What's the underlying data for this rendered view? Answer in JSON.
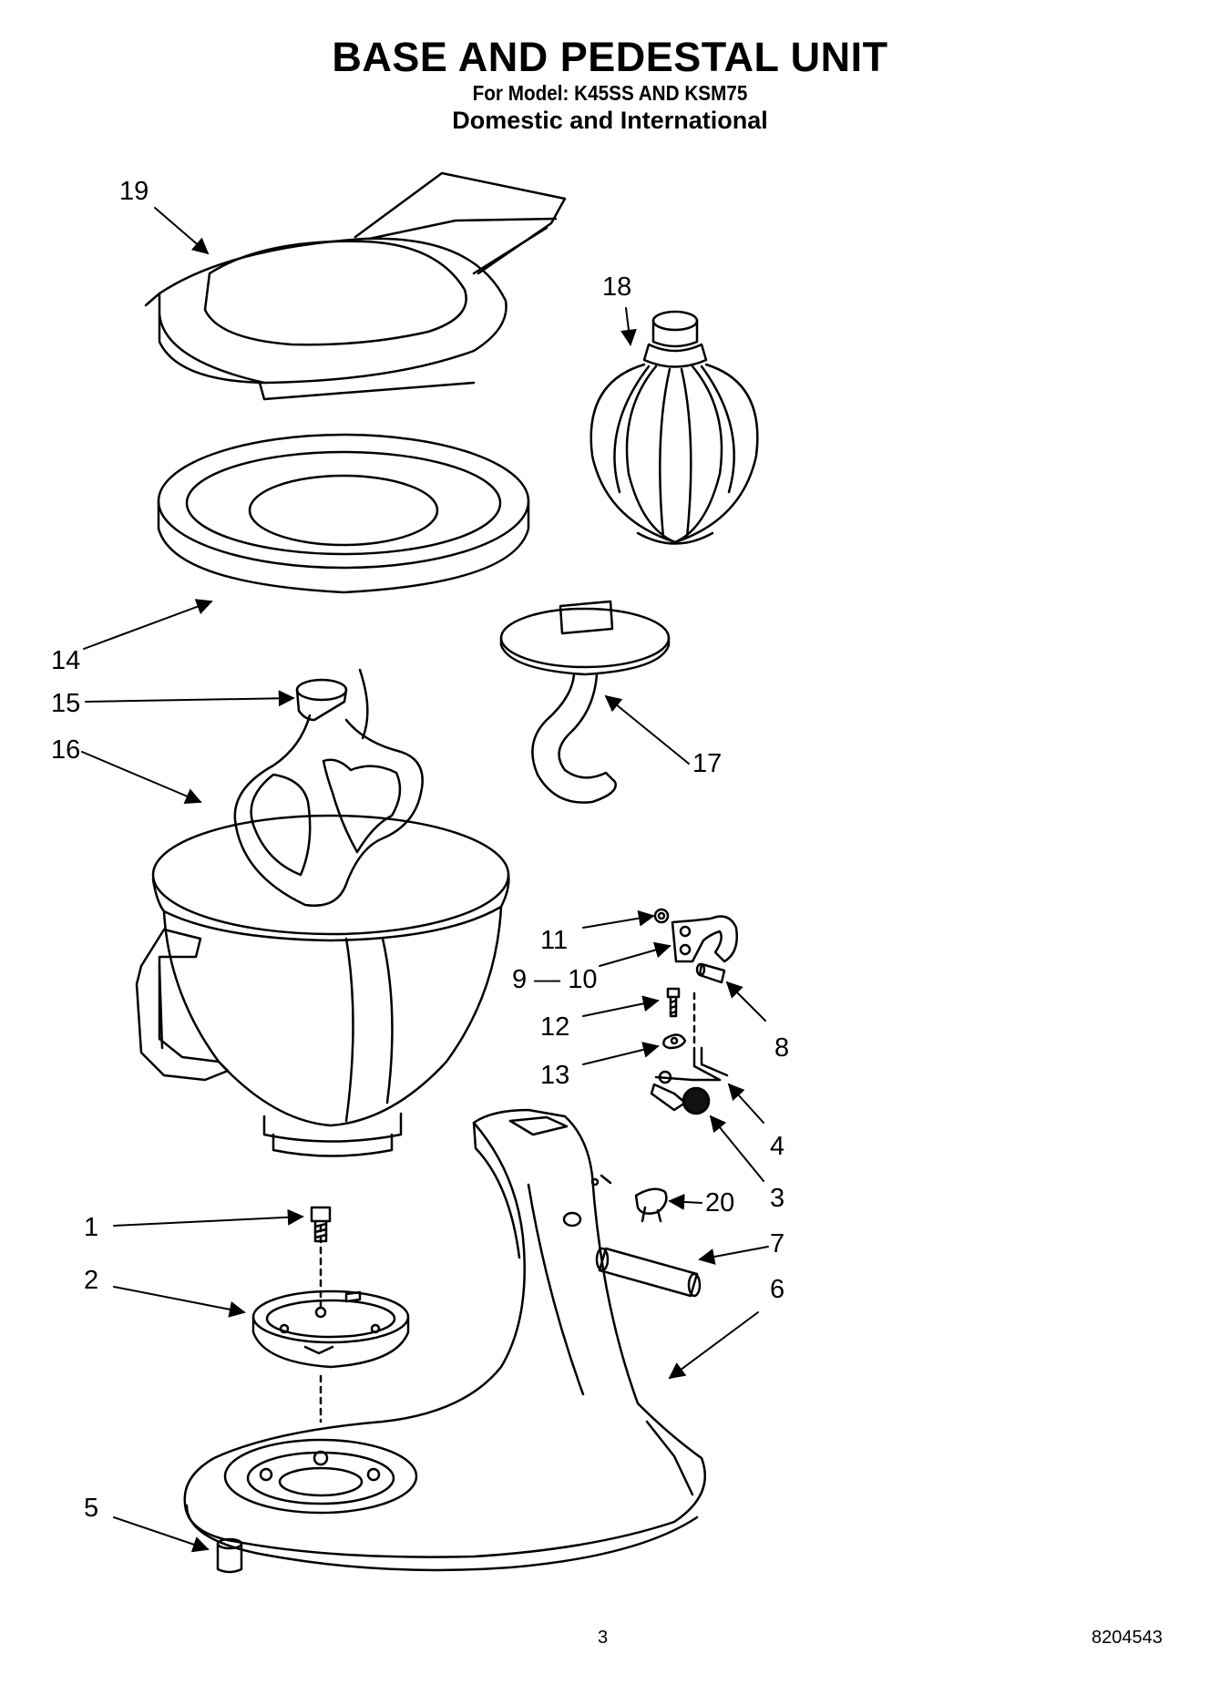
{
  "header": {
    "title": "BASE AND PEDESTAL UNIT",
    "model": "For Model: K45SS AND KSM75",
    "scope": "Domestic and International"
  },
  "callouts": {
    "c1": "1",
    "c2": "2",
    "c3": "3",
    "c4": "4",
    "c5": "5",
    "c6": "6",
    "c7": "7",
    "c8": "8",
    "c9_10": "9 — 10",
    "c11": "11",
    "c12": "12",
    "c13": "13",
    "c14": "14",
    "c15": "15",
    "c16": "16",
    "c17": "17",
    "c18": "18",
    "c19": "19",
    "c20": "20"
  },
  "parts": {
    "p1": "screw-icon",
    "p2": "base-plate-icon",
    "p3": "knob-icon",
    "p4": "lever-icon",
    "p5": "foot-icon",
    "p6": "pedestal-icon",
    "p7": "pin-icon",
    "p8": "pin-small-icon",
    "p9_10": "clamp-plate-icon",
    "p11": "nut-icon",
    "p12": "screw-small-icon",
    "p13": "washer-icon",
    "p14": "pouring-shield-ring-icon",
    "p15": "flat-beater-icon",
    "p16": "bowl-icon",
    "p17": "dough-hook-icon",
    "p18": "wire-whip-icon",
    "p19": "pouring-shield-icon",
    "p20": "plug-icon"
  },
  "footer": {
    "page": "3",
    "doc": "8204543"
  }
}
